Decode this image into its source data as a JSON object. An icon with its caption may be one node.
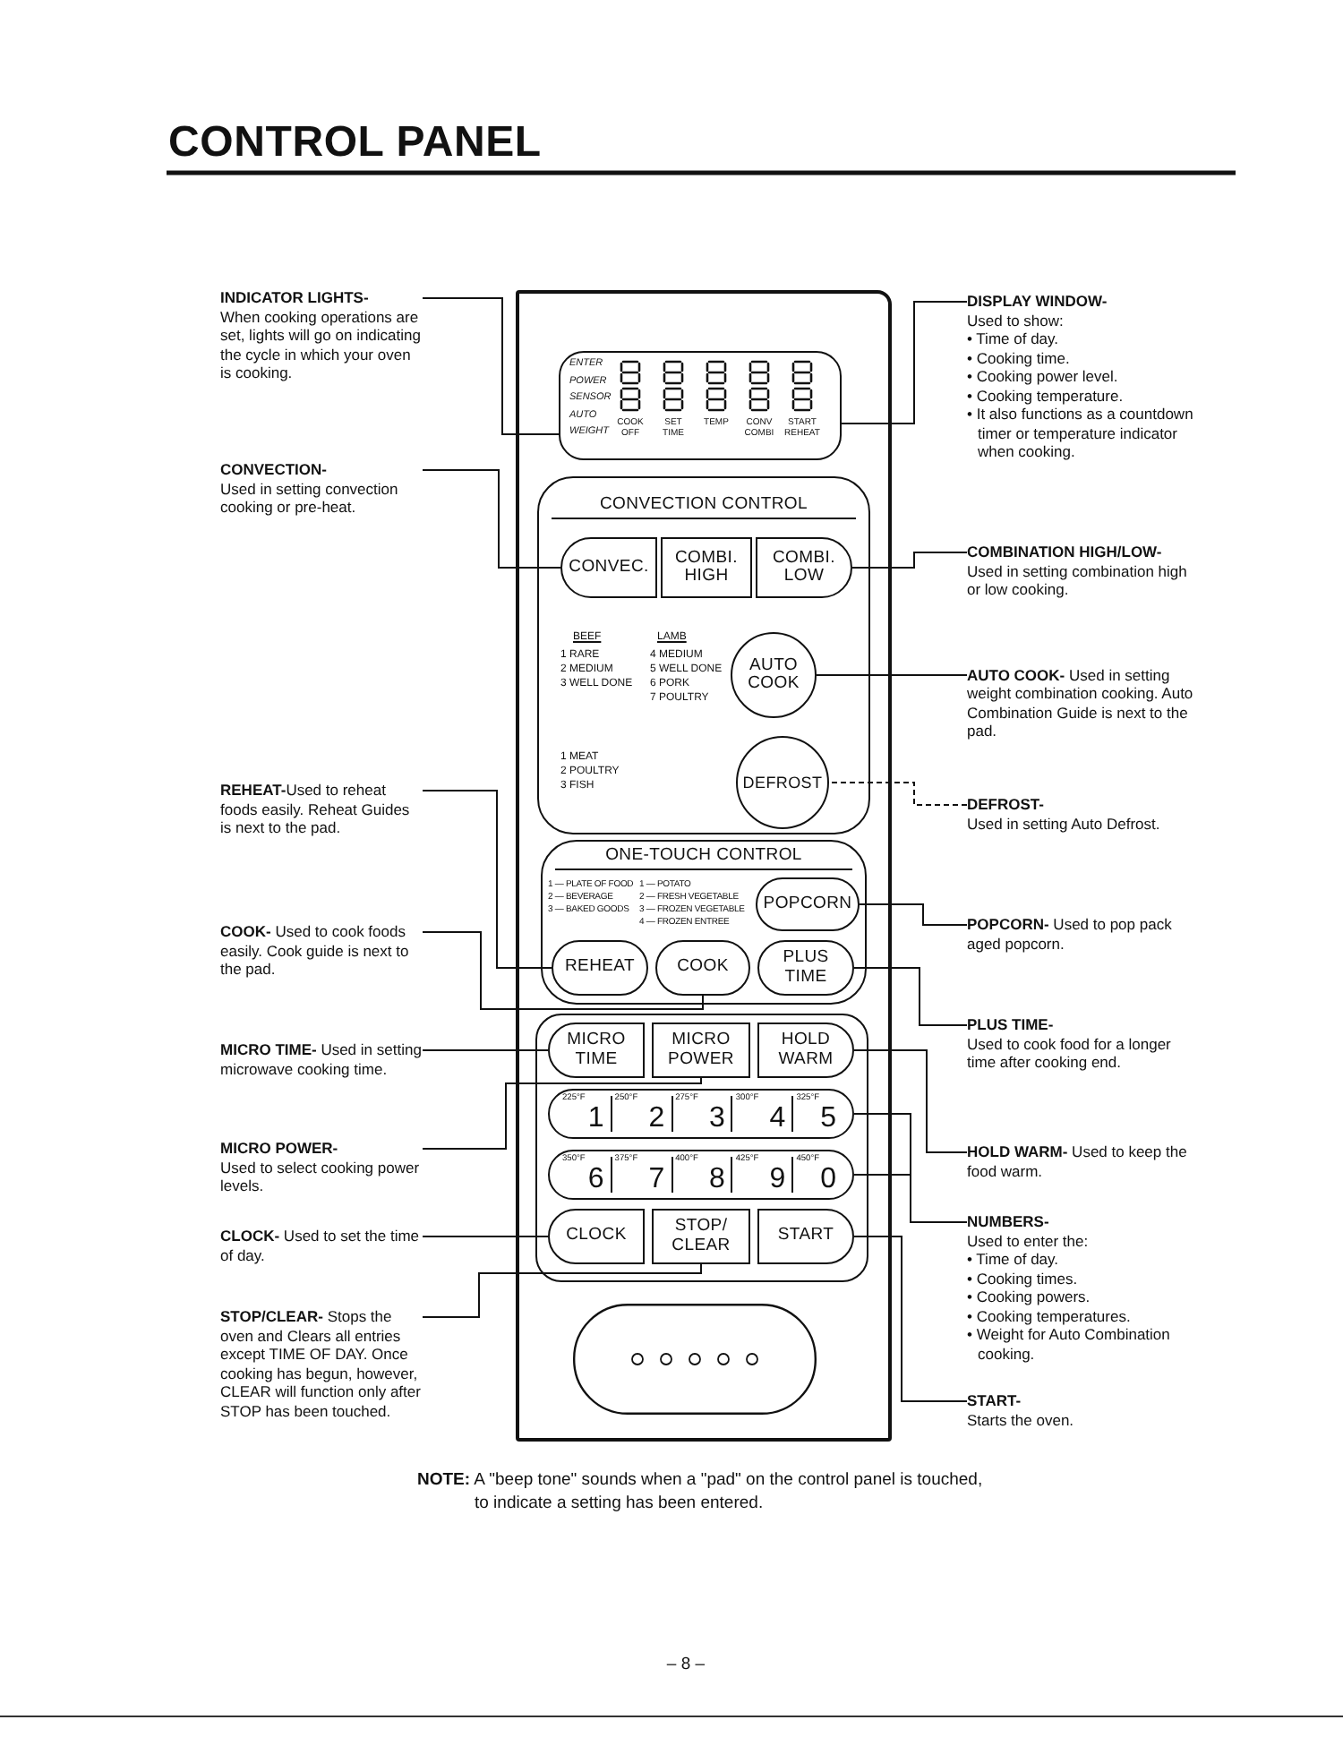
{
  "diagram": {
    "title": "CONTROL PANEL",
    "nodes": [
      {
        "text": [],
        "shape": "box"
      },
      {
        "text": [
          "ENTER",
          "POWER",
          "SENSOR",
          "AUTO",
          "WEIGHT",
          "COOK OFF",
          "SET TIME",
          "TEMP",
          "CONV COMBI",
          "START REHEAT"
        ],
        "in": 0
      },
      {
        "text": [
          "CONVECTION CONTROL",
          "BEEF",
          "1 RARE",
          "2 MEDIUM",
          "3 WELL DONE",
          "LAMB",
          "4 MEDIUM",
          "5 WELL DONE",
          "6 PORK",
          "7 POULTRY",
          "1 MEAT",
          "2 POULTRY",
          "3 FISH"
        ],
        "in": 0
      },
      {
        "text": [
          "CONVEC."
        ],
        "in": 2
      },
      {
        "text": [
          "COMBI. HIGH"
        ],
        "in": 2
      },
      {
        "text": [
          "COMBI. LOW"
        ],
        "in": 2
      },
      {
        "text": [
          "AUTO COOK"
        ],
        "in": 2
      },
      {
        "text": [
          "DEFROST"
        ],
        "in": 2
      },
      {
        "text": [
          "ONE-TOUCH CONTROL",
          "1 — PLATE OF FOOD",
          "1 — POTATO",
          "2 — BEVERAGE",
          "2 — FRESH VEGETABLE",
          "3 — BAKED GOODS",
          "3 — FROZEN VEGETABLE",
          "4 — FROZEN ENTREE"
        ],
        "in": 0
      },
      {
        "text": [
          "POPCORN"
        ],
        "in": 8
      },
      {
        "text": [
          "REHEAT"
        ],
        "in": 8
      },
      {
        "text": [
          "COOK"
        ],
        "in": 8
      },
      {
        "text": [
          "PLUS TIME"
        ],
        "in": 8
      },
      {
        "text": [
          "MICRO TIME"
        ],
        "in": 0
      },
      {
        "text": [
          "MICRO POWER"
        ],
        "in": 0
      },
      {
        "text": [
          "HOLD WARM"
        ],
        "in": 0
      },
      {
        "text": [
          "225°F",
          "1",
          "250°F",
          "2",
          "275°F",
          "3",
          "300°F",
          "4",
          "325°F",
          "5"
        ],
        "in": 0
      },
      {
        "text": [
          "350°F",
          "6",
          "375°F",
          "7",
          "400°F",
          "8",
          "425°F",
          "9",
          "450°F",
          "0"
        ],
        "in": 0
      },
      {
        "text": [
          "CLOCK"
        ],
        "in": 0
      },
      {
        "text": [
          "STOP/ CLEAR"
        ],
        "in": 0
      },
      {
        "text": [
          "START"
        ],
        "in": 0
      },
      {
        "text": [
          "INDICATOR LIGHTS-",
          "When cooking operations are set, lights will go on indicating the cycle in which your oven is cooking."
        ]
      },
      {
        "text": [
          "CONVECTION-",
          "Used in setting convection cooking or pre-heat."
        ]
      },
      {
        "text": [
          "**REHEAT-**Used to reheat foods easily. Reheat Guides is next to the pad."
        ]
      },
      {
        "text": [
          "**COOK-** Used to cook foods easily. Cook guide is next to the pad."
        ]
      },
      {
        "text": [
          "**MICRO TIME-** Used in setting microwave cooking time."
        ]
      },
      {
        "text": [
          "MICRO POWER-",
          "Used to select cooking power levels."
        ]
      },
      {
        "text": [
          "**CLOCK-** Used to set the time of day."
        ]
      },
      {
        "text": [
          "**STOP/CLEAR-** Stops the oven and Clears all entries except TIME OF DAY. Once cooking has begun, however, CLEAR will function only after STOP has been touched."
        ]
      },
      {
        "text": [
          "DISPLAY WINDOW-",
          "Used to show:",
          "• Time of day.",
          "• Cooking time.",
          "• Cooking power level.",
          "• Cooking temperature.",
          "• It also functions as a countdown timer or temperature indicator when cooking."
        ]
      },
      {
        "text": [
          "COMBINATION HIGH/LOW-",
          "Used in setting combination high or low cooking."
        ]
      },
      {
        "text": [
          "**AUTO COOK-** Used in setting weight combination cooking. Auto Combination Guide is next to the pad."
        ]
      },
      {
        "text": [
          "DEFROST-",
          "Used in setting Auto Defrost."
        ]
      },
      {
        "text": [
          "**POPCORN-** Used to pop pack aged popcorn."
        ]
      },
      {
        "text": [
          "PLUS TIME-",
          "Used to cook food for a longer time after cooking end."
        ]
      },
      {
        "text": [
          "**HOLD WARM-** Used to keep the food warm."
        ]
      },
      {
        "text": [
          "NUMBERS-",
          "Used to enter the:",
          "• Time of day.",
          "• Cooking times.",
          "• Cooking powers.",
          "• Cooking temperatures.",
          "• Weight for Auto Combination cooking."
        ]
      },
      {
        "text": [
          "START-",
          "Starts the oven."
        ]
      }
    ],
    "edges": [
      {
        "from": 21,
        "to": 1,
        "arrow": "none"
      },
      {
        "from": 22,
        "to": 3,
        "arrow": "none"
      },
      {
        "from": 23,
        "to": 10,
        "arrow": "none"
      },
      {
        "from": 24,
        "to": 11,
        "arrow": "none"
      },
      {
        "from": 25,
        "to": 13,
        "arrow": "none"
      },
      {
        "from": 26,
        "to": 14,
        "arrow": "none"
      },
      {
        "from": 27,
        "to": 18,
        "arrow": "none"
      },
      {
        "from": 28,
        "to": 19,
        "arrow": "none"
      },
      {
        "from": 29,
        "to": 1,
        "arrow": "none"
      },
      {
        "from": 30,
        "to": 5,
        "arrow": "none"
      },
      {
        "from": 31,
        "to": 6,
        "arrow": "none"
      },
      {
        "from": 32,
        "to": 7,
        "arrow": "none",
        "style": "dashed"
      },
      {
        "from": 33,
        "to": 9,
        "arrow": "none"
      },
      {
        "from": 34,
        "to": 12,
        "arrow": "none"
      },
      {
        "from": 35,
        "to": 15,
        "arrow": "none"
      },
      {
        "from": 36,
        "to": 16,
        "arrow": "none"
      },
      {
        "from": 36,
        "to": 17,
        "arrow": "none"
      },
      {
        "from": 37,
        "to": 20,
        "arrow": "none"
      }
    ],
    "labels": [
      "**NOTE:** A \"beep tone\" sounds when a \"pad\" on the control panel is touched, to indicate a setting has been entered.",
      "– 8 –"
    ]
  }
}
